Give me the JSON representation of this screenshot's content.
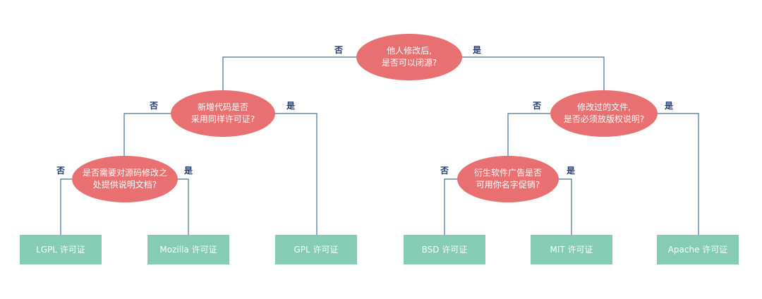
{
  "colors": {
    "question_fill": "#e87070",
    "leaf_fill": "#85ccb3",
    "connector": "#4b6f86",
    "edge_label": "#233b6b"
  },
  "questions": {
    "root": "他人修改后,\n是否可以闭源?",
    "new_code": "新增代码是否\n采用同样许可证?",
    "docs": "是否需要对源码修改之\n处提供说明文档?",
    "copyright": "修改过的文件,\n是否必须放版权说明?",
    "promo": "衍生软件广告是否\n可用你名字促销?"
  },
  "edge_labels": {
    "no": "否",
    "yes": "是"
  },
  "leaves": {
    "lgpl": "LGPL 许可证",
    "mozilla": "Mozilla 许可证",
    "gpl": "GPL 许可证",
    "bsd": "BSD 许可证",
    "mit": "MIT 许可证",
    "apache": "Apache 许可证"
  }
}
